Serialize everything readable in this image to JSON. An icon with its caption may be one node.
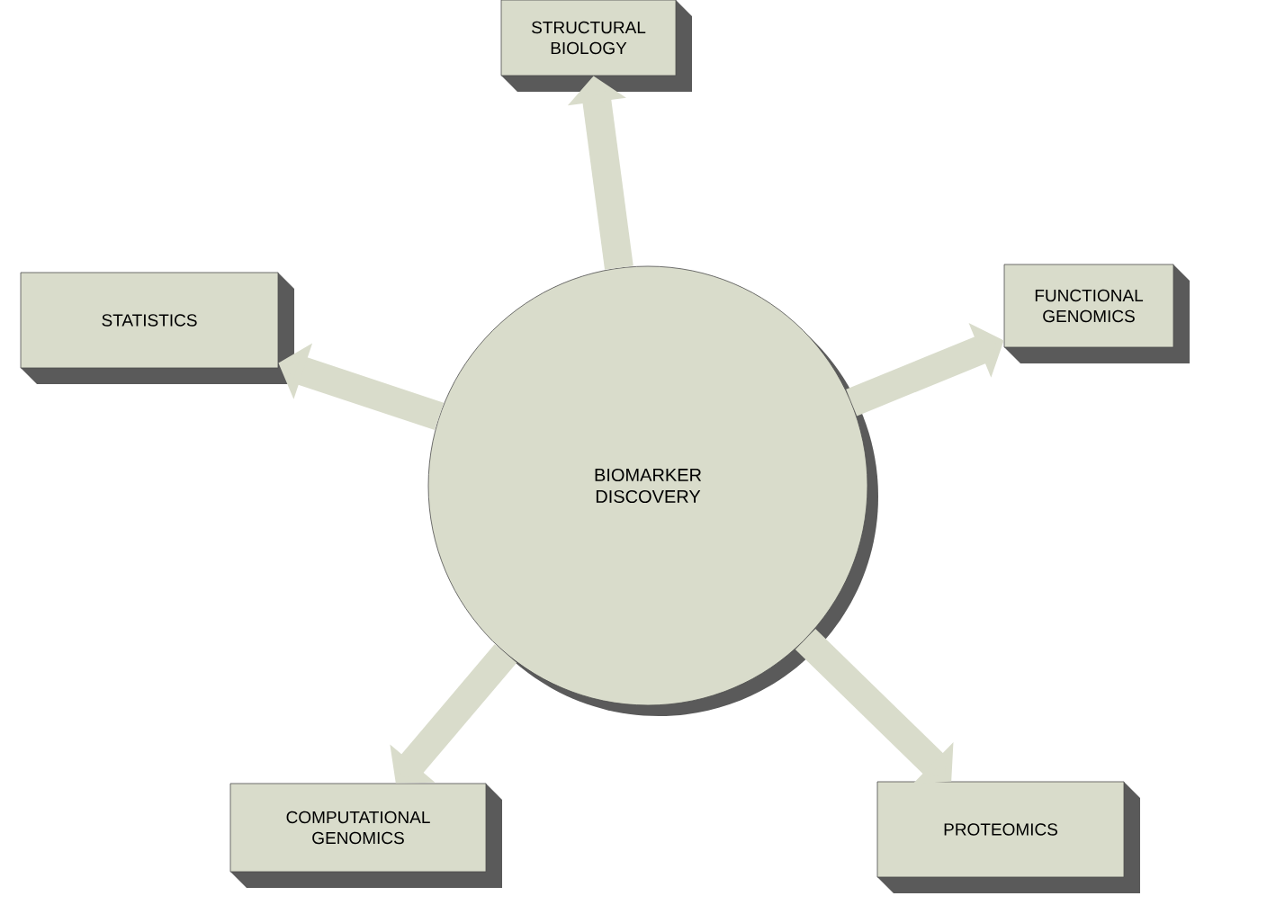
{
  "diagram": {
    "nodes": [
      {
        "text": [
          "BIOMARKER DISCOVERY"
        ]
      },
      {
        "text": [
          "STRUCTURAL BIOLOGY"
        ]
      },
      {
        "text": [
          "FUNCTIONAL GENOMICS"
        ]
      },
      {
        "text": [
          "STATISTICS"
        ]
      },
      {
        "text": [
          "COMPUTATIONAL GENOMICS"
        ]
      },
      {
        "text": [
          "PROTEOMICS"
        ]
      }
    ],
    "edges": [
      {
        "from": 0,
        "to": 1,
        "arrow": "to",
        "color": "#d9dccb"
      },
      {
        "from": 0,
        "to": 2,
        "arrow": "to",
        "color": "#d9dccb"
      },
      {
        "from": 0,
        "to": 3,
        "arrow": "to",
        "color": "#d9dccb"
      },
      {
        "from": 0,
        "to": 4,
        "arrow": "to",
        "color": "#d9dccb"
      },
      {
        "from": 0,
        "to": 5,
        "arrow": "to",
        "color": "#d9dccb"
      }
    ]
  }
}
